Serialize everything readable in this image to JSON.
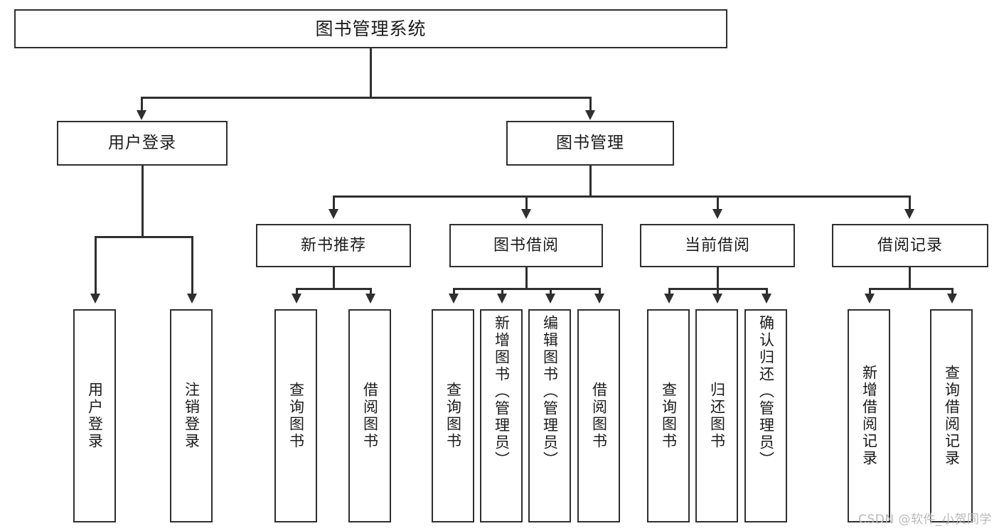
{
  "diagram": {
    "type": "tree-hierarchy",
    "root": {
      "label": "图书管理系统"
    },
    "level2": [
      {
        "label": "用户登录"
      },
      {
        "label": "图书管理"
      }
    ],
    "level3": [
      {
        "label": "新书推荐"
      },
      {
        "label": "图书借阅"
      },
      {
        "label": "当前借阅"
      },
      {
        "label": "借阅记录"
      }
    ],
    "leaves": {
      "user_login": [
        {
          "label": "用户登录"
        },
        {
          "label": "注销登录"
        }
      ],
      "new_book_recommend": [
        {
          "label": "查询图书"
        },
        {
          "label": "借阅图书"
        }
      ],
      "book_borrow": [
        {
          "label": "查询图书"
        },
        {
          "label": "新增图书（管理员）"
        },
        {
          "label": "编辑图书（管理员）"
        },
        {
          "label": "借阅图书"
        }
      ],
      "current_borrow": [
        {
          "label": "查询图书"
        },
        {
          "label": "归还图书"
        },
        {
          "label": "确认归还（管理员）"
        }
      ],
      "borrow_record": [
        {
          "label": "新增借阅记录"
        },
        {
          "label": "查询借阅记录"
        }
      ]
    }
  },
  "watermark": {
    "text": "CSDN @软件_小贺同学"
  },
  "colors": {
    "stroke": "#2f2f2f",
    "background": "#ffffff",
    "text": "#1b1b1b",
    "watermark": "#b9b9b9"
  }
}
